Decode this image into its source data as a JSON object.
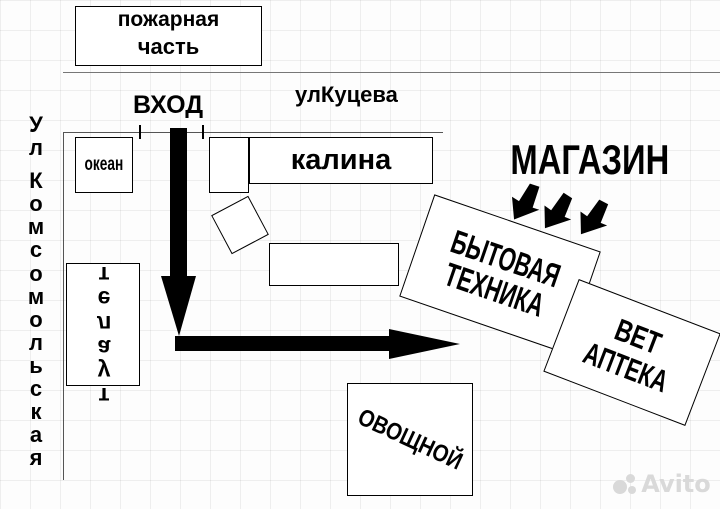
{
  "map": {
    "fire_station": {
      "line1": "пожарная",
      "line2": "часть"
    },
    "street_kutseva": "улКуцева",
    "entrance": "ВХОД",
    "street_komsomolskaya": [
      "У",
      "л",
      " ",
      "К",
      "о",
      "м",
      "с",
      "о",
      "м",
      "о",
      "л",
      "ь",
      "с",
      "к",
      "а",
      "я"
    ],
    "store_okean": "океан",
    "store_kalina": "калина",
    "shop_title": "МАГАЗИН",
    "appliances": {
      "line1": "БЫТОВАЯ",
      "line2": "ТЕХНИКА"
    },
    "vet_pharmacy": {
      "line1": "ВЕТ",
      "line2": "АПТЕКА"
    },
    "toilet": [
      "т",
      "у",
      "а",
      "л",
      "е",
      "т"
    ],
    "vegetable_store": "ОВОЩНОЙ",
    "watermark": "Avito"
  },
  "colors": {
    "ink": "#000000",
    "paper": "#ffffff",
    "watermark": "#d9d9d9"
  }
}
